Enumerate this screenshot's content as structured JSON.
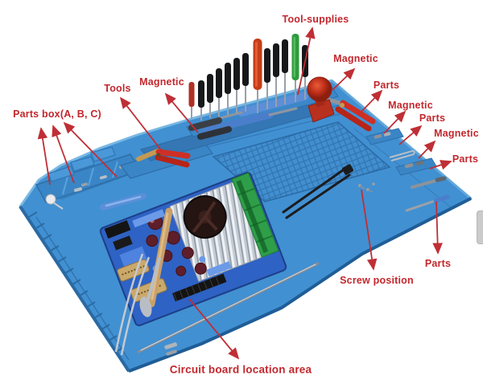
{
  "annotations": {
    "color": "#c2272d",
    "labels": [
      {
        "id": "tool-supplies",
        "text": "Tool-supplies"
      },
      {
        "id": "magnetic-top",
        "text": "Magnetic"
      },
      {
        "id": "tools",
        "text": "Tools"
      },
      {
        "id": "parts-box",
        "text": "Parts box(A, B, C)"
      },
      {
        "id": "magnetic-right-1",
        "text": "Magnetic"
      },
      {
        "id": "parts-right-1",
        "text": "Parts"
      },
      {
        "id": "magnetic-right-2",
        "text": "Magnetic"
      },
      {
        "id": "parts-right-2",
        "text": "Parts"
      },
      {
        "id": "magnetic-right-3",
        "text": "Magnetic"
      },
      {
        "id": "parts-right-3",
        "text": "Parts"
      },
      {
        "id": "parts-bottom",
        "text": "Parts"
      },
      {
        "id": "screw-position",
        "text": "Screw position"
      },
      {
        "id": "circuit-board-location",
        "text": "Circuit board location area"
      }
    ]
  },
  "colors": {
    "background": "#ffffff",
    "mat_blue": "#4190d2",
    "mat_dark": "#2d6fa9",
    "annotation_red": "#c2272d",
    "pcb_blue": "#2e62c4"
  }
}
